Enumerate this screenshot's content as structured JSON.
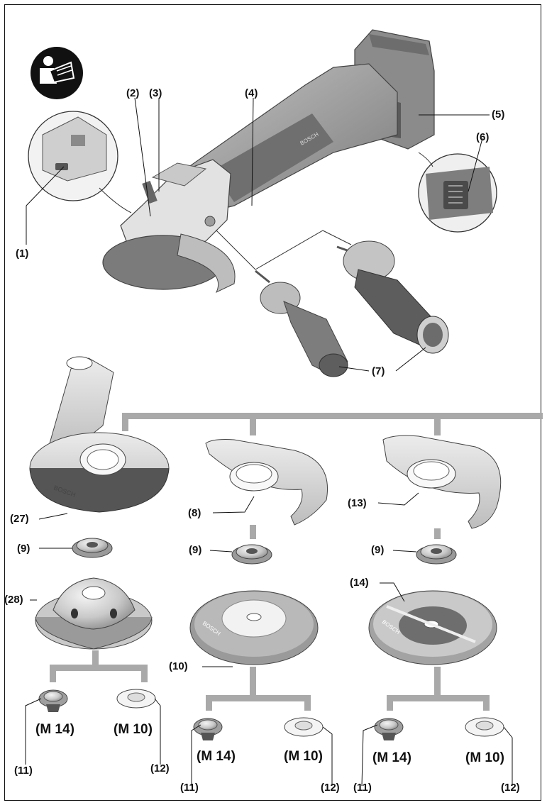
{
  "labels": {
    "l1": "(1)",
    "l2": "(2)",
    "l3": "(3)",
    "l4": "(4)",
    "l5": "(5)",
    "l6": "(6)",
    "l7": "(7)",
    "l8": "(8)",
    "l9": "(9)",
    "l10": "(10)",
    "l11": "(11)",
    "l12": "(12)",
    "l13": "(13)",
    "l14": "(14)",
    "l27": "(27)",
    "l28": "(28)"
  },
  "thread_labels": {
    "m14": "(M 14)",
    "m10": "(M 10)"
  },
  "brand": "BOSCH",
  "colors": {
    "connector": "#a9a9a9",
    "tool_body": "#9a9a9a",
    "tool_dark": "#5c5c5c",
    "tool_light": "#d6d6d6",
    "text": "#111111"
  },
  "icons": {
    "manual": "read-manual-icon"
  }
}
